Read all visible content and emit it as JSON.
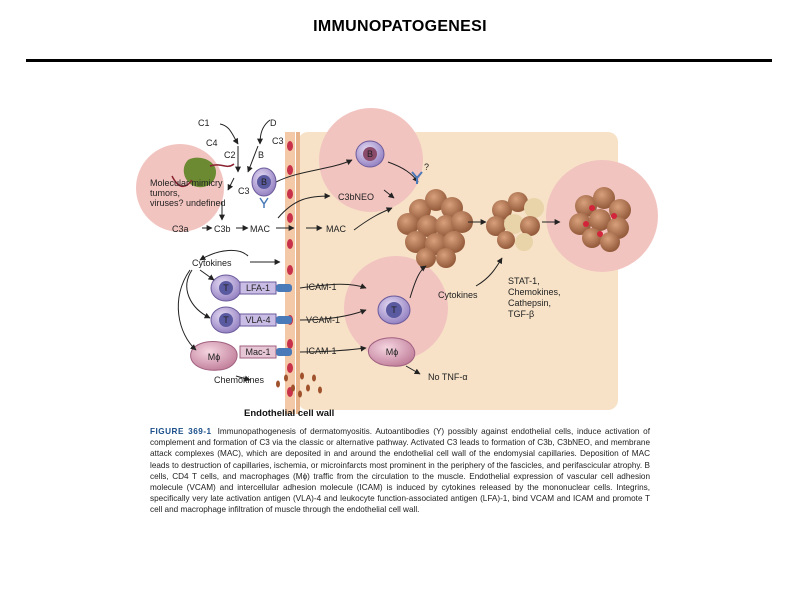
{
  "page": {
    "title": "IMMUNOPATOGENESI"
  },
  "diagram": {
    "complement": {
      "c1": "C1",
      "d": "D",
      "c4": "C4",
      "c3_top": "C3",
      "c2": "C2",
      "b_factor": "B",
      "c3_mid": "C3",
      "c3a": "C3a",
      "c3b": "C3b",
      "mac_left": "MAC",
      "mac_right": "MAC",
      "c3bneo": "C3bNEO"
    },
    "mimicry_label": "Molecular mimicry tumors, viruses?",
    "cells": {
      "b_cell_small": "B",
      "b_cell_top": "B",
      "question": "?",
      "t_cell_1": "T",
      "t_cell_2": "T",
      "t_cell_right": "T",
      "macrophage_left": "Mϕ",
      "macrophage_right": "Mϕ"
    },
    "labels": {
      "cytokines_left": "Cytokines",
      "lfa1": "LFA-1",
      "vla4": "VLA-4",
      "mac1": "Mac-1",
      "icam1_top": "ICAM-1",
      "vcam1": "VCAM-1",
      "icam1_bottom": "ICAM-1",
      "chemokines": "Chemokines",
      "cytokines_right": "Cytokines",
      "stat_list": [
        "STAT-1,",
        "Chemokines,",
        "Cathepsin,",
        "TGF-β"
      ],
      "no_tnf": "No TNF-α",
      "endothelial": "Endothelial cell wall"
    }
  },
  "caption": {
    "figure_label": "FIGURE 369-1",
    "text": "Immunopathogenesis of dermatomyositis. Autoantibodies (Y) possibly against endothelial cells, induce activation of complement and formation of C3 via the classic or alternative pathway. Activated C3 leads to formation of C3b, C3bNEO, and membrane attack complexes (MAC), which are deposited in and around the endothelial cell wall of the endomysial capillaries. Deposition of MAC leads to destruction of capillaries, ischemia, or microinfarcts most prominent in the periphery of the fascicles, and perifascicular atrophy. B cells, CD4 T cells, and macrophages (Mϕ) traffic from the circulation to the muscle. Endothelial expression of vascular cell adhesion molecule (VCAM) and intercellular adhesion molecule (ICAM) is induced by cytokines released by the mononuclear cells. Integrins, specifically very late activation antigen (VLA)-4 and leukocyte function-associated antigen (LFA)-1, bind VCAM and ICAM and promote T cell and macrophage infiltration of muscle through the endothelial cell wall."
  },
  "colors": {
    "tissue_bg": "#f7e2c7",
    "pink_circle": "#f2c4c0",
    "muscle_cell": "#b97a55",
    "t_cell": "#b8a8d8",
    "red_dot": "#d2243a",
    "blue": "#4a7ab8"
  }
}
